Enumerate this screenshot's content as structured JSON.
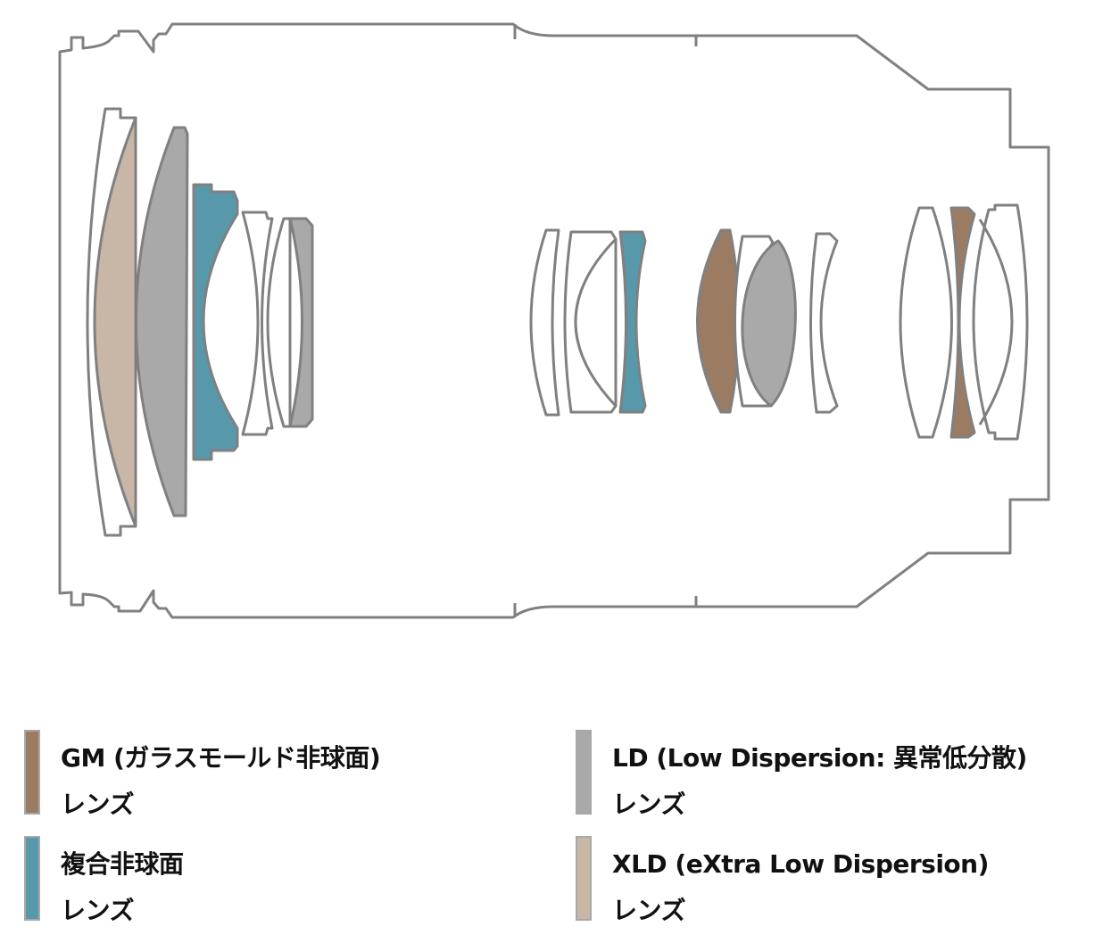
{
  "colors": {
    "outline": "#808080",
    "gm": "#9b7c63",
    "composite_aspherical": "#5798ab",
    "ld": "#a9a9a9",
    "xld": "#c8b6a6"
  },
  "legend": [
    {
      "line1": "GM (ガラスモールド非球面)",
      "line2": "レンズ",
      "color": "#9b7c63"
    },
    {
      "line1": "LD (Low Dispersion: 異常低分散)",
      "line2": "レンズ",
      "color": "#a9a9a9"
    },
    {
      "line1": "複合非球面",
      "line2": "レンズ",
      "color": "#5798ab"
    },
    {
      "line1": "XLD (eXtra Low Dispersion)",
      "line2": "レンズ",
      "color": "#c8b6a6"
    }
  ]
}
